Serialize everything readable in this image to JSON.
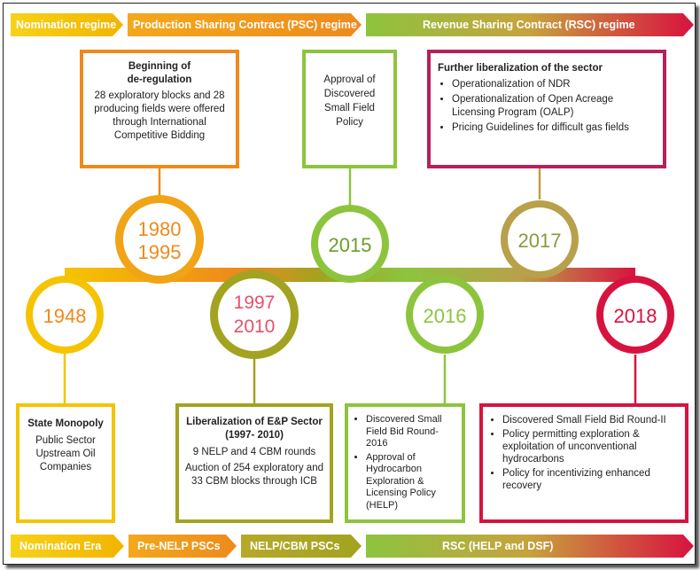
{
  "top_bands": {
    "nomination": "Nomination regime",
    "psc": "Production Sharing Contract (PSC) regime",
    "rsc": "Revenue Sharing Contract (RSC) regime"
  },
  "bottom_bands": {
    "nomination_era": "Nomination Era",
    "pre_nelp": "Pre-NELP PSCs",
    "nelp_cbm": "NELP/CBM PSCs",
    "rsc": "RSC (HELP and DSF)"
  },
  "milestones": {
    "m1948": "1948",
    "m1980": "1980",
    "m1995": "1995",
    "m1997": "1997",
    "m2010": "2010",
    "m2015": "2015",
    "m2016": "2016",
    "m2017": "2017",
    "m2018": "2018"
  },
  "boxes": {
    "deregulation": {
      "title_line1": "Beginning of",
      "title_line2": "de-regulation",
      "body": "28 exploratory blocks and 28 producing fields were offered through International Competitive Bidding"
    },
    "dsf_policy": "Approval of Discovered Small Field Policy",
    "liberalization": {
      "title": "Further liberalization of the sector",
      "items": [
        "Operationalization of NDR",
        "Operationalization of Open Acreage Licensing Program (OALP)",
        "Pricing Guidelines for difficult gas fields"
      ]
    },
    "state_monopoly": {
      "title": "State Monopoly",
      "body": "Public Sector Upstream Oil Companies"
    },
    "ep_liberalization": {
      "title": "Liberalization of E&P Sector (1997- 2010)",
      "line1": "9 NELP and 4 CBM rounds",
      "line2": "Auction of 254 exploratory and 33 CBM blocks through ICB"
    },
    "dsf_2016": {
      "items": [
        "Discovered Small Field Bid Round-2016",
        "Approval of Hydrocarbon Exploration & Licensing Policy (HELP)"
      ]
    },
    "dsf_2018": {
      "items": [
        "Discovered Small Field Bid Round-II",
        "Policy permitting exploration & exploitation of unconventional hydrocarbons",
        "Policy for incentivizing enhanced recovery"
      ]
    }
  },
  "colors": {
    "yellow": "#f5c400",
    "orange": "#ee8a1c",
    "olive": "#a2a320",
    "green": "#8dc43e",
    "pink": "#b8205a",
    "red": "#d8123f"
  }
}
